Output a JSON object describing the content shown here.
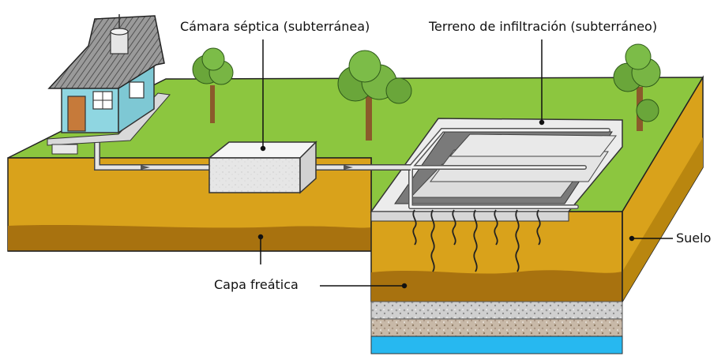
{
  "labels": {
    "septic_chamber": "Cámara séptica (subterránea)",
    "infiltration_field": "Terreno de infiltración (subterráneo)",
    "soil": "Suelo",
    "water_table": "Capa freática"
  },
  "colors": {
    "grass": "#8cc63f",
    "soil": "#d9a21b",
    "soil_dark": "#b9860f",
    "water_table": "#a8720f",
    "gravel": "#bdbdbd",
    "water": "#27b8f0",
    "house_wall": "#8fd6e1",
    "roof": "#8a8a8a",
    "concrete": "#e8e8e8",
    "tree": "#6aa63a",
    "trunk": "#8b5a2b"
  }
}
